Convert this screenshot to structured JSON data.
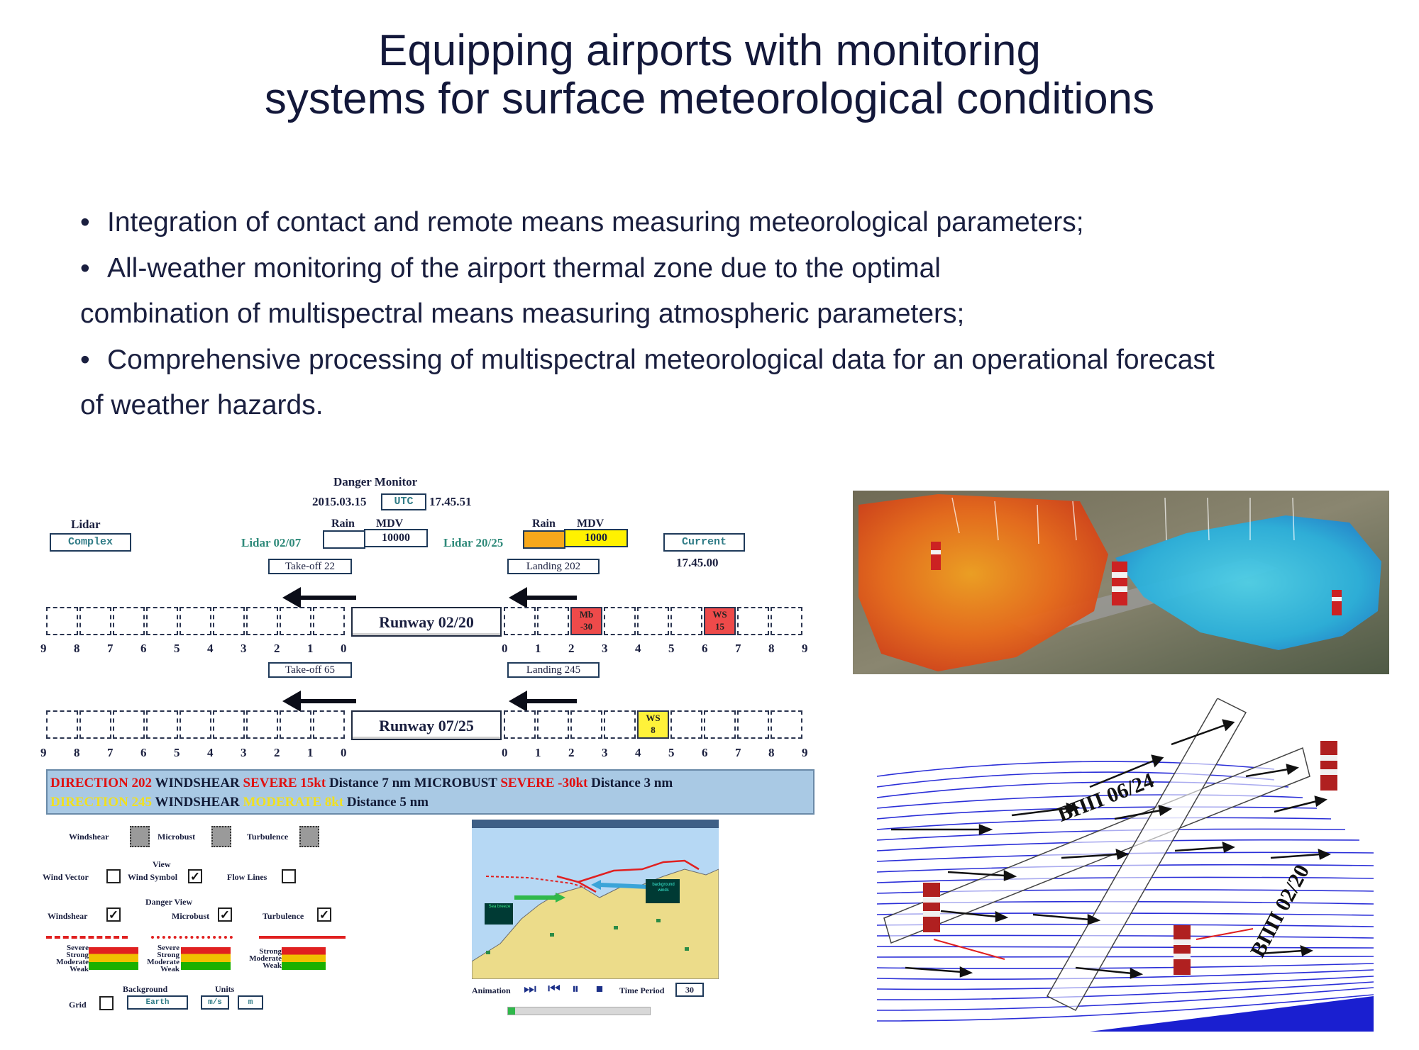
{
  "title": {
    "line1": "Equipping airports with monitoring",
    "line2": "systems for surface meteorological conditions"
  },
  "bullets": {
    "b1": "Integration of contact and remote means measuring meteorological parameters;",
    "b2a": "All-weather monitoring of the airport thermal zone due to the optimal",
    "b2b": "combination of multispectral means measuring atmospheric parameters;",
    "b3a": "Comprehensive processing of multispectral meteorological data for an operational forecast",
    "b3b": "of weather hazards.",
    "marker": "•"
  },
  "monitor": {
    "title": "Danger Monitor",
    "date": "2015.03.15",
    "utc": "UTC",
    "time": "17.45.51",
    "lidar_label": "Lidar",
    "lidar_mode": "Complex",
    "lidar_left": "Lidar  02/07",
    "lidar_right": "Lidar  20/25",
    "rain": "Rain",
    "mdv": "MDV",
    "rain_left_value": "",
    "mdv_left_value": "10000",
    "rain_right_value": "",
    "mdv_right_value": "1000",
    "current_button": "Current",
    "current_time": "17.45.00",
    "takeoff1": "Take-off 22",
    "landing1": "Landing 202",
    "takeoff2": "Take-off 65",
    "landing2": "Landing 245",
    "runway1": "Runway 02/20",
    "runway2": "Runway 07/25",
    "mb_label": "Mb\n-30",
    "ws15_label": "WS\n15",
    "ws8_label": "WS\n8",
    "scale_left": [
      "9",
      "8",
      "7",
      "6",
      "5",
      "4",
      "3",
      "2",
      "1",
      "0"
    ],
    "scale_right": [
      "0",
      "1",
      "2",
      "3",
      "4",
      "5",
      "6",
      "7",
      "8",
      "9"
    ],
    "alert1": {
      "dir": "DIRECTION 202",
      "ws": " WINDSHEAR ",
      "sev": "SEVERE 15kt",
      "dist": " Distance 7 nm ",
      "mb": "MICROBUST ",
      "sev2": "SEVERE -30kt",
      "dist2": " Distance 3 nm"
    },
    "alert2": {
      "dir": "DIRECTION 245",
      "ws": " WINDSHEAR ",
      "sev": "MODERATE 8kt",
      "dist": " Distance 5 nm"
    },
    "legend": {
      "windshear": "Windshear",
      "microbust": "Microbust",
      "turbulence": "Turbulence",
      "view": "View",
      "wind_vector": "Wind Vector",
      "wind_symbol": "Wind Symbol",
      "flow_lines": "Flow Lines",
      "danger_view": "Danger View",
      "windshear2": "Windshear",
      "microbust2": "Microbust",
      "turbulence2": "Turbulence",
      "scale1": [
        "Severe",
        "Strong",
        "Moderate",
        "Weak"
      ],
      "scale2": [
        "Severe",
        "Strong",
        "Moderate",
        "Weak"
      ],
      "scale3": [
        "Strong",
        "Moderate",
        "Weak"
      ],
      "background": "Background",
      "units": "Units",
      "grid": "Grid",
      "earth": "Earth",
      "ms": "m/s",
      "m": "m"
    },
    "player": {
      "animation": "Animation",
      "time_period": "Time Period",
      "period_value": "30"
    },
    "map_labels": {
      "breeze": "Sea breeze",
      "background": "background winds"
    }
  },
  "runway_diagram": {
    "rwy1": "ВПП 06/24",
    "rwy2": "ВПП 02/20"
  },
  "colors": {
    "title": "#13183a",
    "alert_red": "#e01010",
    "alert_yellow": "#f0e020",
    "alert_bg": "#a9c9e4",
    "stream": "#2b2fd8"
  }
}
